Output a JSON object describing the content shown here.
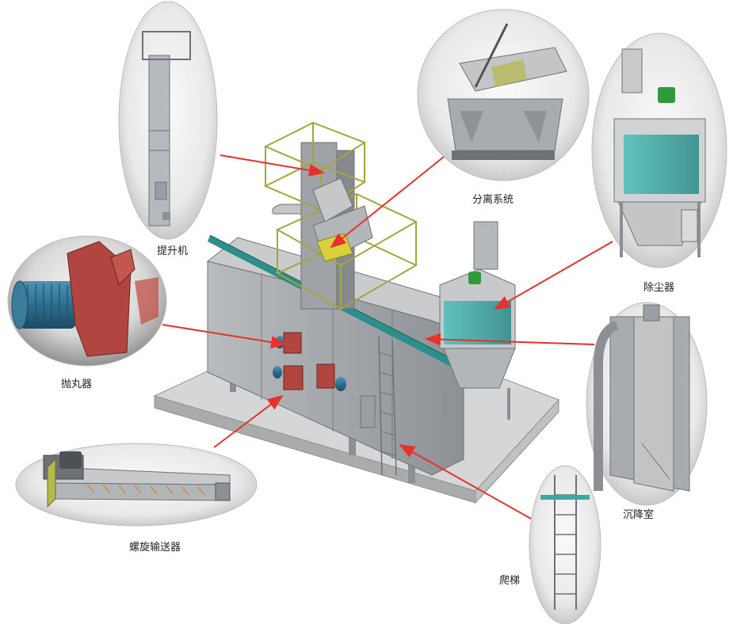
{
  "labels": {
    "elevator": "提升机",
    "separator": "分离系统",
    "dust_collector": "除尘器",
    "shot_blaster": "抛丸器",
    "settling_chamber": "沉降室",
    "screw_conveyor": "螺旋输送器",
    "ladder": "爬梯"
  },
  "colors": {
    "arrow": "#e8312a",
    "steel": "#a6a9ad",
    "steel_dark": "#7f8387",
    "guard_rail": "#b5b84a",
    "blaster_red": "#b0463f",
    "motor_blue": "#2d6f8f",
    "filter_teal": "#3aa9a3",
    "motor_green": "#2e9a3b",
    "callout_bg": "#ececec"
  }
}
